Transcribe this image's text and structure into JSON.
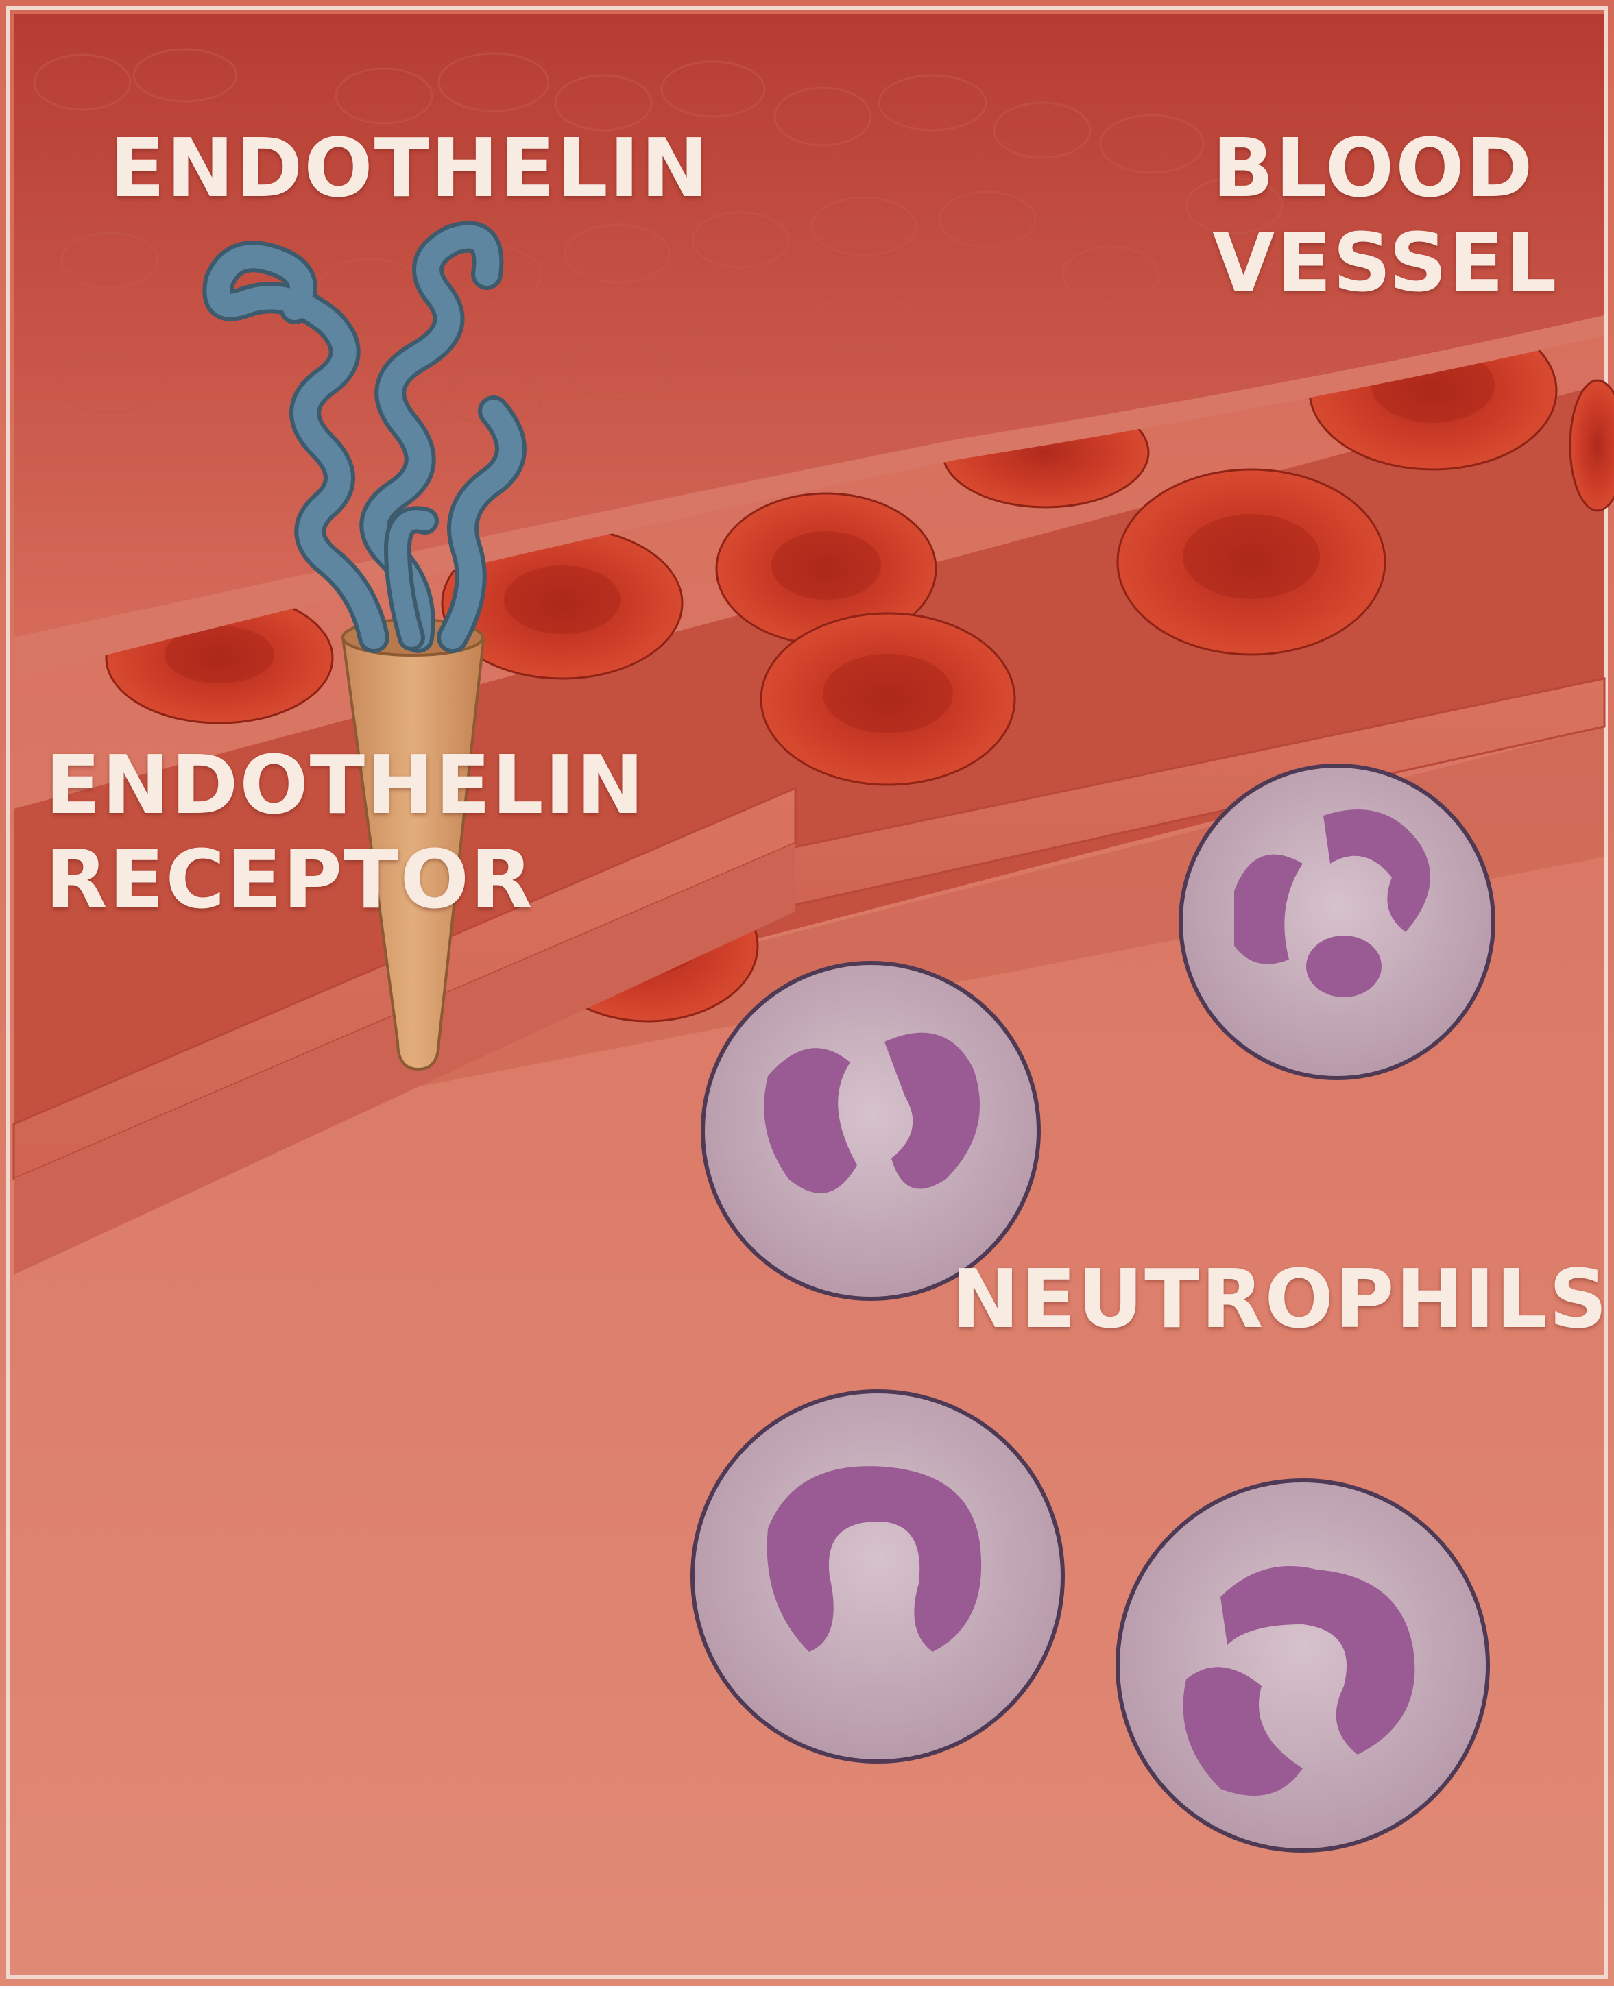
{
  "labels": {
    "endothelin": "ENDOTHELIN",
    "blood_vessel_line1": "BLOOD",
    "blood_vessel_line2": "VESSEL",
    "endothelin_receptor_line1": "ENDOTHELIN",
    "endothelin_receptor_line2": "RECEPTOR",
    "neutrophils": "NEUTROPHILS"
  },
  "colors": {
    "tissue_background": "#d97966",
    "vessel_wall": "#c9584a",
    "vessel_lumen": "#c45043",
    "red_blood_cell": "#c8321f",
    "endothelin_peptide": "#5a7f95",
    "receptor": "#d59966",
    "neutrophil_cytoplasm": "#c4aab6",
    "neutrophil_nucleus": "#9a5a94",
    "label_text": "#f7ebe2"
  },
  "icons": {
    "endothelin": "coiled-peptide-icon",
    "receptor": "cone-receptor-icon",
    "red_blood_cell": "biconcave-disc-icon",
    "neutrophil": "multilobed-nucleus-cell-icon"
  }
}
